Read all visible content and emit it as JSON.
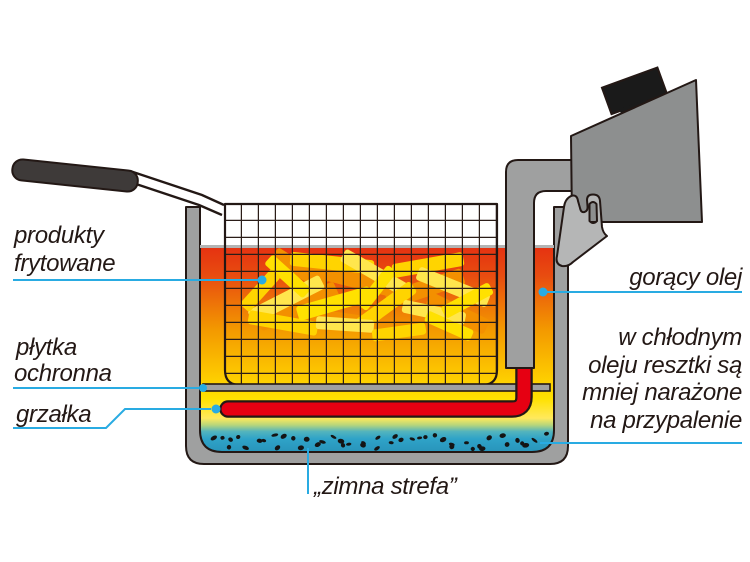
{
  "diagram": {
    "subject": "deep-fryer-cross-section"
  },
  "labels": {
    "fried_products": [
      "produkty",
      "frytowane"
    ],
    "hot_oil": "gorący olej",
    "protective_plate": [
      "płytka",
      "ochronna"
    ],
    "heater": "grzałka",
    "cold_note": [
      "w chłodnym",
      "oleju resztki są",
      "mniej narażone",
      "na przypalenie"
    ],
    "cold_zone": "„zimna strefa”"
  },
  "colors": {
    "leader_blue": "#29abe2",
    "outline": "#231815",
    "metal_gray": "#9fa0a0",
    "splash_gray": "#b5b6b6",
    "canister_gray": "#8d8f8f",
    "handle_gray": "#3e3a39",
    "cap_black": "#1a1a1a",
    "heater_red": "#e60012",
    "oil_top_red": "#e53211",
    "oil_orange": "#f39800",
    "oil_yellow": "#ffe100",
    "cold_cyan": "#2fa3c8",
    "fries_yellow": "#ffe64d",
    "text": "#231815"
  }
}
